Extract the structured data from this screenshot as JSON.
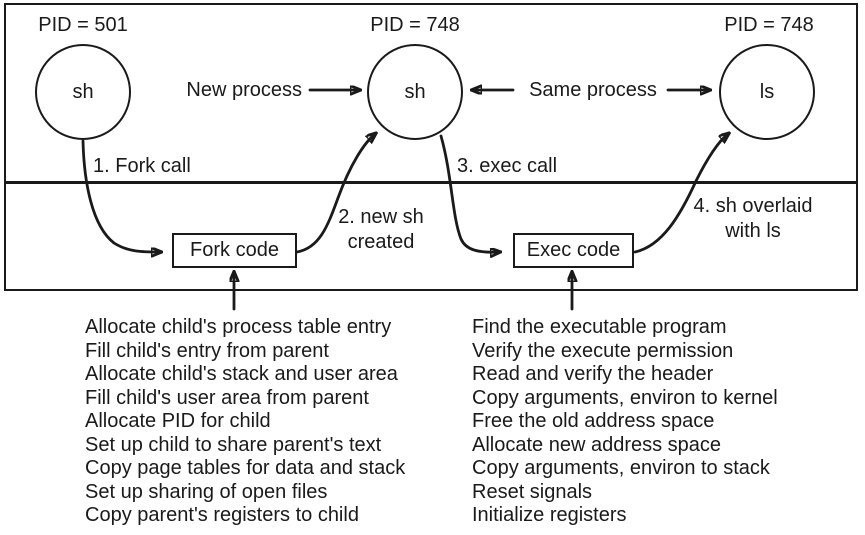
{
  "colors": {
    "ink": "#1a1a1a",
    "background": "#ffffff"
  },
  "processes": [
    {
      "pid": "PID = 501",
      "name": "sh"
    },
    {
      "pid": "PID = 748",
      "name": "sh"
    },
    {
      "pid": "PID = 748",
      "name": "ls"
    }
  ],
  "labels": {
    "new_process": "New process",
    "same_process": "Same process",
    "step1": "1. Fork call",
    "step2_line1": "2. new sh",
    "step2_line2": "created",
    "step3": "3. exec call",
    "step4_line1": "4. sh overlaid",
    "step4_line2": "with ls",
    "fork_box": "Fork code",
    "exec_box": "Exec code"
  },
  "fork_steps": [
    "Allocate child's process table entry",
    "Fill child's entry from parent",
    "Allocate child's stack and user area",
    "Fill child's user area from parent",
    "Allocate PID for child",
    "Set up child to share parent's text",
    "Copy page tables for data and stack",
    "Set up sharing of open files",
    "Copy parent's registers to child"
  ],
  "exec_steps": [
    "Find the executable program",
    "Verify the execute permission",
    "Read and verify the header",
    "Copy arguments, environ to kernel",
    "Free the old address space",
    "Allocate new address space",
    "Copy arguments, environ to stack",
    "Reset signals",
    "Initialize registers"
  ]
}
